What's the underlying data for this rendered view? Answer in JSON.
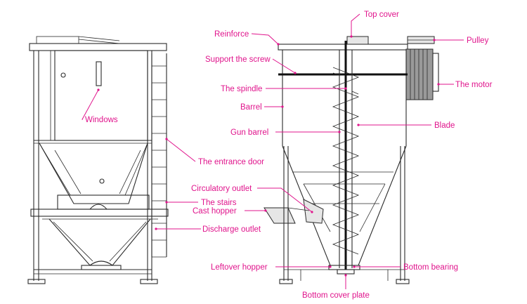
{
  "labels": {
    "windows": "Windows",
    "entrance_door": "The entrance door",
    "stairs": "The stairs",
    "cast_hopper": "Cast hopper",
    "discharge_outlet": "Discharge outlet",
    "reinforce": "Reinforce",
    "support_screw": "Support the screw",
    "spindle": "The spindle",
    "barrel": "Barrel",
    "gun_barrel": "Gun barrel",
    "circulatory_outlet": "Circulatory outlet",
    "leftover_hopper": "Leftover hopper",
    "bottom_cover_plate": "Bottom cover plate",
    "top_cover": "Top cover",
    "pulley": "Pulley",
    "motor": "The motor",
    "blade": "Blade",
    "bottom_bearing": "Bottom bearing"
  },
  "colors": {
    "annotation": "#e0148c",
    "drawing": "#2a2a2a",
    "background": "#ffffff"
  }
}
